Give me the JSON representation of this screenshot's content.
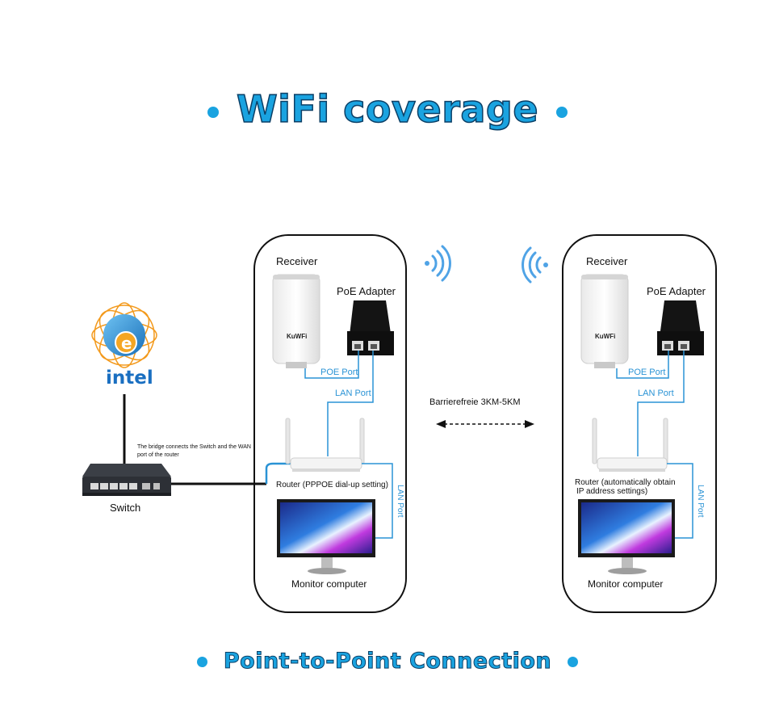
{
  "header": {
    "title": "WiFi coverage"
  },
  "footer": {
    "title": "Point-to-Point Connection"
  },
  "internet": {
    "brand": "intel"
  },
  "switch": {
    "label": "Switch",
    "note": "The bridge connects the Switch and the WAN port of the router"
  },
  "link": {
    "label": "Barrierefreie 3KM-5KM"
  },
  "left_panel": {
    "receiver_label": "Receiver",
    "receiver_brand": "KuWFi",
    "poe_label": "PoE Adapter",
    "poe_port_label": "POE Port",
    "lan_port_label": "LAN Port",
    "router_label": "Router (PPPOE dial-up setting)",
    "router_lan_label": "LAN Port",
    "monitor_label": "Monitor computer"
  },
  "right_panel": {
    "receiver_label": "Receiver",
    "receiver_brand": "KuWFi",
    "poe_label": "PoE Adapter",
    "poe_port_label": "POE Port",
    "lan_port_label": "LAN Port",
    "router_label_line1": "Router (automatically obtain",
    "router_label_line2": "IP address settings)",
    "router_lan_label": "LAN Port",
    "monitor_label": "Monitor computer"
  },
  "colors": {
    "accent": "#1aa3e0",
    "cable": "#2a93d5",
    "title_outline": "#0b3f66"
  }
}
